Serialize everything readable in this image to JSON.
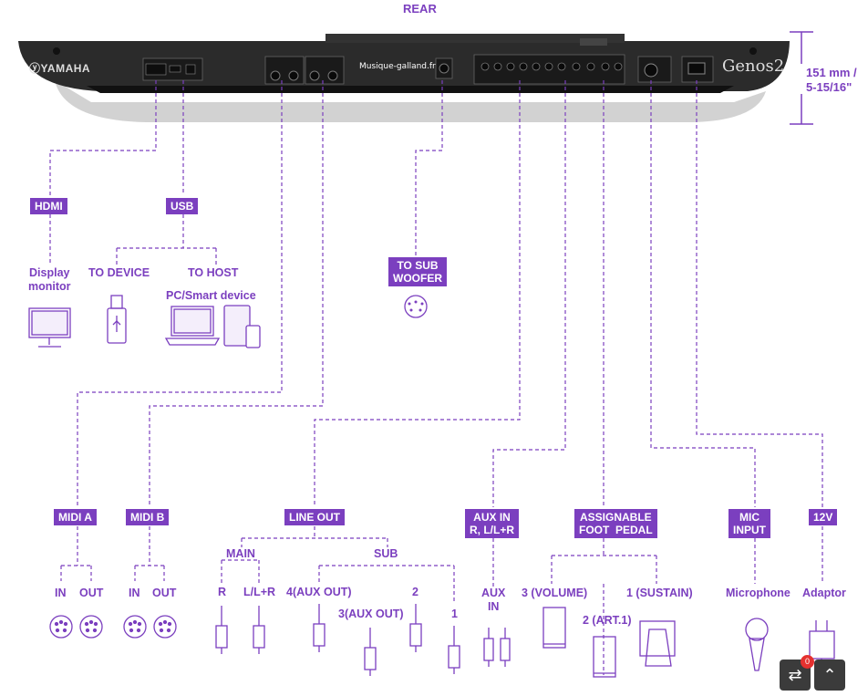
{
  "heading": "REAR",
  "dimension": {
    "line1": "151 mm /",
    "line2": "5-15/16\""
  },
  "keyboard": {
    "brand": "ⓨYAMAHA",
    "model": "Genos2",
    "watermark": "Musique-galland.fr"
  },
  "connectors": {
    "hdmi": {
      "badge": "HDMI",
      "label_line1": "Display",
      "label_line2": "monitor"
    },
    "usb": {
      "badge": "USB",
      "to_device": "TO DEVICE",
      "to_host": "TO HOST",
      "host_device": "PC/Smart device"
    },
    "sub_woofer": {
      "badge_line1": "TO SUB",
      "badge_line2": "WOOFER"
    },
    "midi_a": {
      "badge": "MIDI A",
      "in": "IN",
      "out": "OUT"
    },
    "midi_b": {
      "badge": "MIDI B",
      "in": "IN",
      "out": "OUT"
    },
    "line_out": {
      "badge": "LINE OUT",
      "main": "MAIN",
      "sub": "SUB",
      "r": "R",
      "llr": "L/L+R",
      "sub4": "4(AUX OUT)",
      "sub3": "3(AUX OUT)",
      "sub2": "2",
      "sub1": "1"
    },
    "aux_in": {
      "badge_line1": "AUX IN",
      "badge_line2": "R, L/L+R",
      "label_line1": "AUX",
      "label_line2": "IN"
    },
    "foot_pedal": {
      "badge_line1": "ASSIGNABLE",
      "badge_line2": "FOOT  PEDAL",
      "p3": "3 (VOLUME)",
      "p2": "2 (ART.1)",
      "p1": "1 (SUSTAIN)"
    },
    "mic": {
      "badge_line1": "MIC",
      "badge_line2": "INPUT",
      "label": "Microphone"
    },
    "power": {
      "badge": "12V",
      "label": "Adaptor"
    }
  },
  "controls": {
    "notification_count": "0"
  },
  "colors": {
    "accent": "#7b3fbf",
    "keyboard": "#2a2a2a"
  }
}
